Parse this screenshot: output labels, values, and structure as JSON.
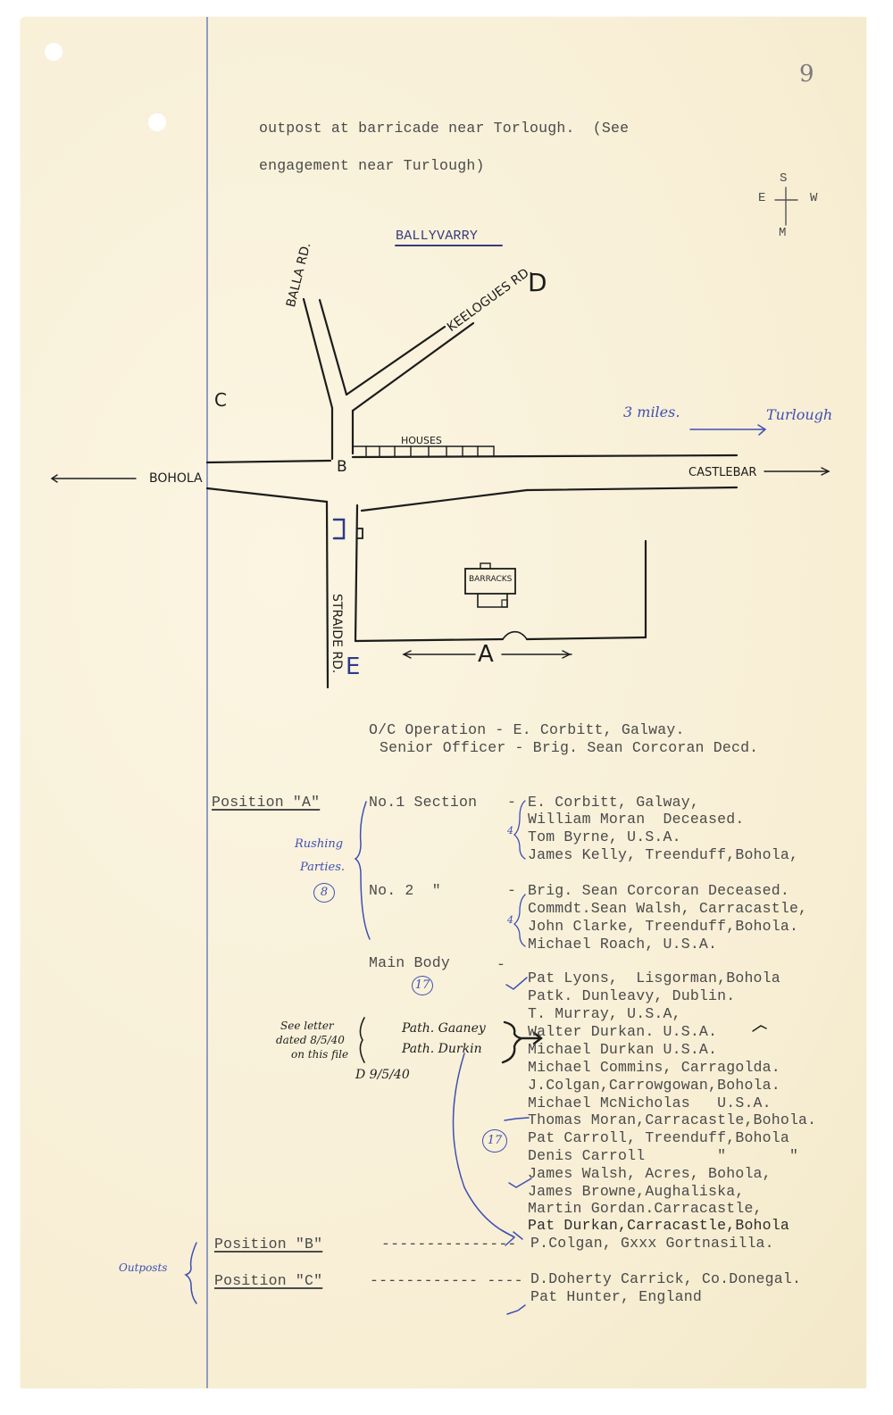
{
  "page": {
    "number": "9",
    "colors": {
      "paper": "#f9f2dc",
      "ink_type": "#4a4a4a",
      "ink_blue": "#3f4fb3",
      "margin_line": "#8f9cc4"
    }
  },
  "intro": {
    "line1": "outpost at barricade near Torlough.  (See",
    "line2": "engagement near Turlough)"
  },
  "compass": {
    "top": "S",
    "left": "E",
    "right": "W",
    "bottom": "M"
  },
  "map": {
    "title": "BALLYVARRY",
    "labels": {
      "balla_rd": "BALLA RD.",
      "keelogues_rd": "KEELOGUES RD.",
      "straide_rd": "STRAIDE RD.",
      "houses": "HOUSES",
      "barracks": "BARRACKS",
      "bohola": "BOHOLA",
      "castlebar": "CASTLEBAR",
      "pos_a": "A",
      "pos_b": "B",
      "pos_c": "C",
      "pos_d": "D",
      "pos_e": "E"
    },
    "annotation": {
      "distance": "3 miles.",
      "destination": "Turlough"
    }
  },
  "command": {
    "oc": "O/C Operation - E. Corbitt, Galway.",
    "senior": "Senior Officer - Brig. Sean Corcoran Decd."
  },
  "position_a": {
    "label": "Position \"A\"",
    "side_note": {
      "line1": "Rushing",
      "line2": "Parties.",
      "count": "8"
    },
    "sections": [
      {
        "label": "No.1 Section",
        "dash": "-",
        "count_mark": "4",
        "members": [
          "E. Corbitt, Galway,",
          "William Moran  Deceased.",
          "Tom Byrne, U.S.A.",
          "James Kelly, Treenduff,Bohola,"
        ]
      },
      {
        "label": "No. 2  \"",
        "dash": "-",
        "count_mark": "4",
        "members": [
          "Brig. Sean Corcoran Deceased.",
          "Commdt.Sean Walsh, Carracastle,",
          "John Clarke, Treenduff,Bohola.",
          "Michael Roach, U.S.A."
        ]
      }
    ],
    "main_body": {
      "label": "Main Body",
      "dash": "-",
      "count_top": "17",
      "count_side": "17",
      "members": [
        "Pat Lyons,  Lisgorman,Bohola",
        "Patk. Dunleavy, Dublin.",
        "T. Murray, U.S.A,",
        "Walter Durkan. U.S.A.",
        "Michael Durkan U.S.A.",
        "Michael Commins, Carragolda.",
        "J.Colgan,Carrowgowan,Bohola.",
        "Michael McNicholas   U.S.A.",
        "Thomas Moran,Carracastle,Bohola.",
        "Pat Carroll, Treenduff,Bohola",
        "Denis Carroll        \"       \"",
        "James Walsh, Acres, Bohola,",
        "James Browne,Aughaliska,",
        "Martin Gordan.Carracastle,",
        "Pat Durkan,Carracastle,Bohola"
      ]
    },
    "letter_note": {
      "line1": "See letter",
      "line2": "dated 8/5/40",
      "line3": "on this file",
      "initials": "D 9/5/40",
      "names": [
        "Path. Gaaney",
        "Path. Durkin"
      ]
    }
  },
  "outposts": {
    "side_note": "Outposts",
    "positions": [
      {
        "label": "Position \"B\"",
        "leader": "---------------",
        "members": [
          "P.Colgan, Gxxx Gortnasilla."
        ]
      },
      {
        "label": "Position \"C\"",
        "leader": "------------ ----",
        "members": [
          "D.Doherty Carrick, Co.Donegal.",
          "Pat Hunter, England"
        ]
      }
    ]
  }
}
